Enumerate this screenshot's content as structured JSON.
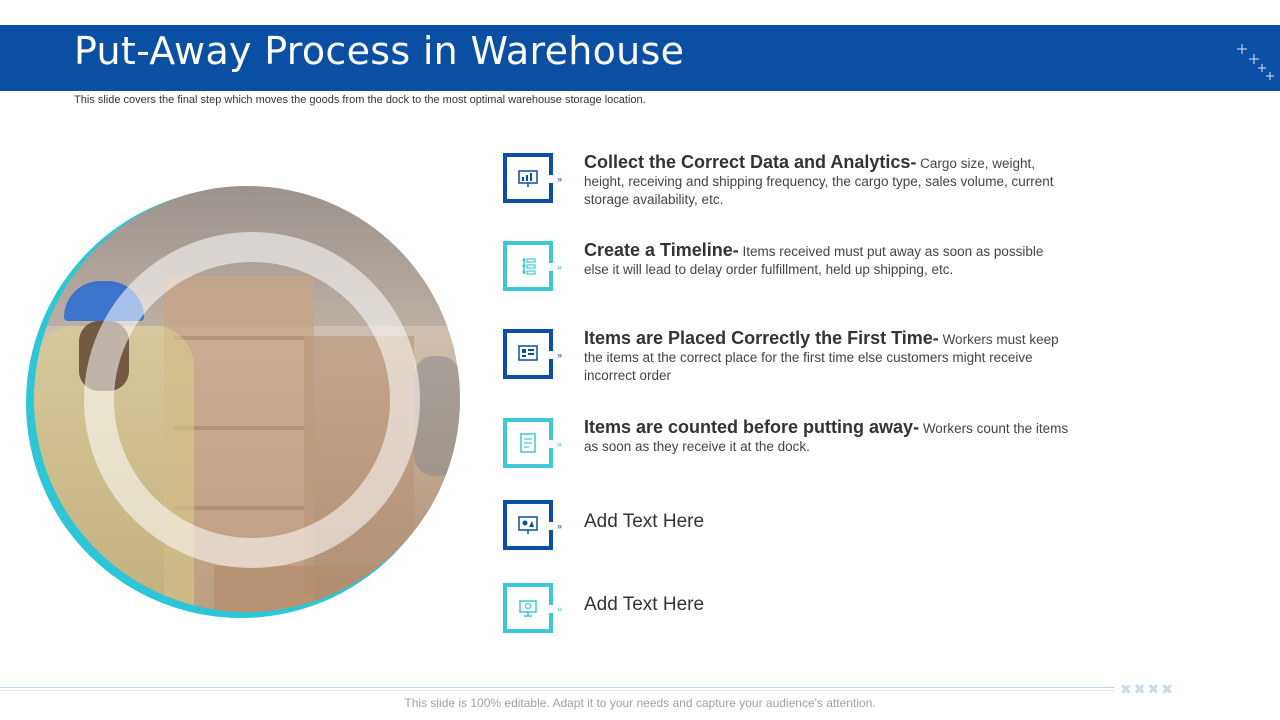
{
  "slide": {
    "title": "Put-Away Process in Warehouse",
    "subtitle": "This slide covers the final step which moves the goods from the dock to the most optimal warehouse storage location."
  },
  "accent_colors": {
    "dark_blue": "#0a4fa3",
    "teal": "#3cc8d6",
    "ring": "#2cc6d6"
  },
  "items": [
    {
      "title": "Collect the Correct Data and Analytics-",
      "description": " Cargo size, weight, height, receiving and shipping frequency, the cargo type, sales volume, current storage availability, etc.",
      "icon": "analytics-icon",
      "style": "dark"
    },
    {
      "title": "Create a Timeline-",
      "description": " Items received must put away as soon as possible else it will lead to delay order fulfillment, held up shipping, etc.",
      "icon": "timeline-icon",
      "style": "light"
    },
    {
      "title": "Items are Placed Correctly the First Time-",
      "description": " Workers must keep the items at the correct place for the first time else customers might receive incorrect order",
      "icon": "placement-icon",
      "style": "dark"
    },
    {
      "title": "Items are counted before putting away-",
      "description": " Workers count the items as soon as they receive it at the dock.",
      "icon": "checklist-icon",
      "style": "light"
    },
    {
      "title": "Add Text Here",
      "description": "",
      "icon": "presentation-icon",
      "style": "dark"
    },
    {
      "title": "Add Text Here",
      "description": "",
      "icon": "monitor-icon",
      "style": "light"
    }
  ],
  "footer": {
    "text": "This slide is 100% editable. Adapt it to your needs and capture your audience's attention."
  }
}
